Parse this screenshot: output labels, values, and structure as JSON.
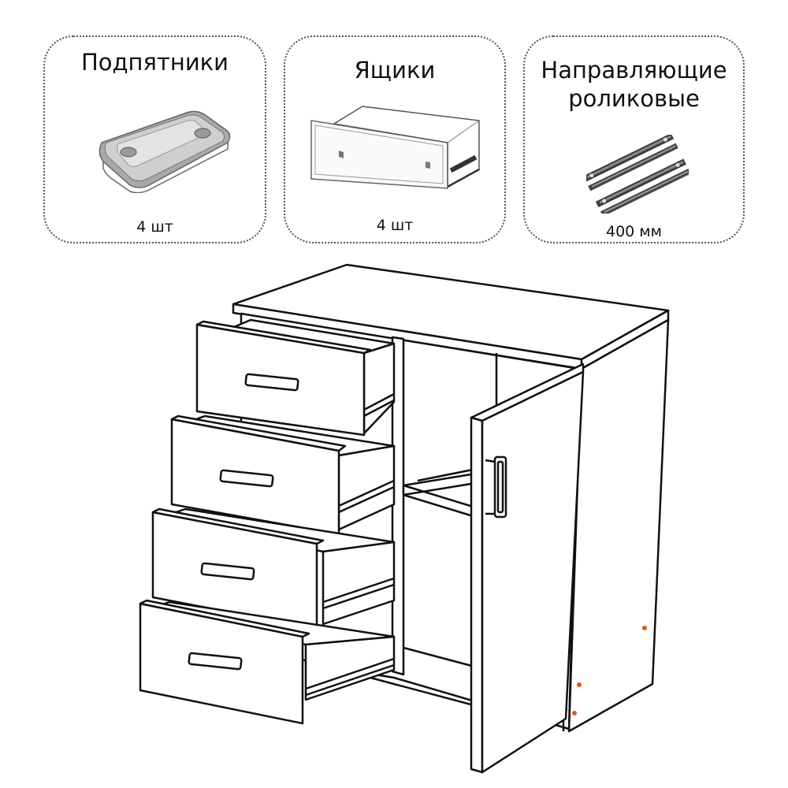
{
  "components": [
    {
      "id": "feet",
      "title": "Подпятники",
      "quantity": "4 шт",
      "icon": "furniture-foot-glide-icon"
    },
    {
      "id": "drawers",
      "title": "Ящики",
      "quantity": "4 шт",
      "icon": "drawer-box-icon"
    },
    {
      "id": "runners",
      "title": "Направляющие роликовые",
      "title_lines": [
        "Направляющие",
        "роликовые"
      ],
      "quantity": "400 мм",
      "icon": "roller-drawer-runner-icon"
    }
  ],
  "colors": {
    "outline": "#111111",
    "dotted_border": "#555555",
    "assembly_dot": "#e05a1a",
    "part_fill": "#bfbfbf"
  },
  "drawing": {
    "subject": "chest-of-drawers-with-door",
    "drawer_count": 4,
    "door_count": 1
  }
}
